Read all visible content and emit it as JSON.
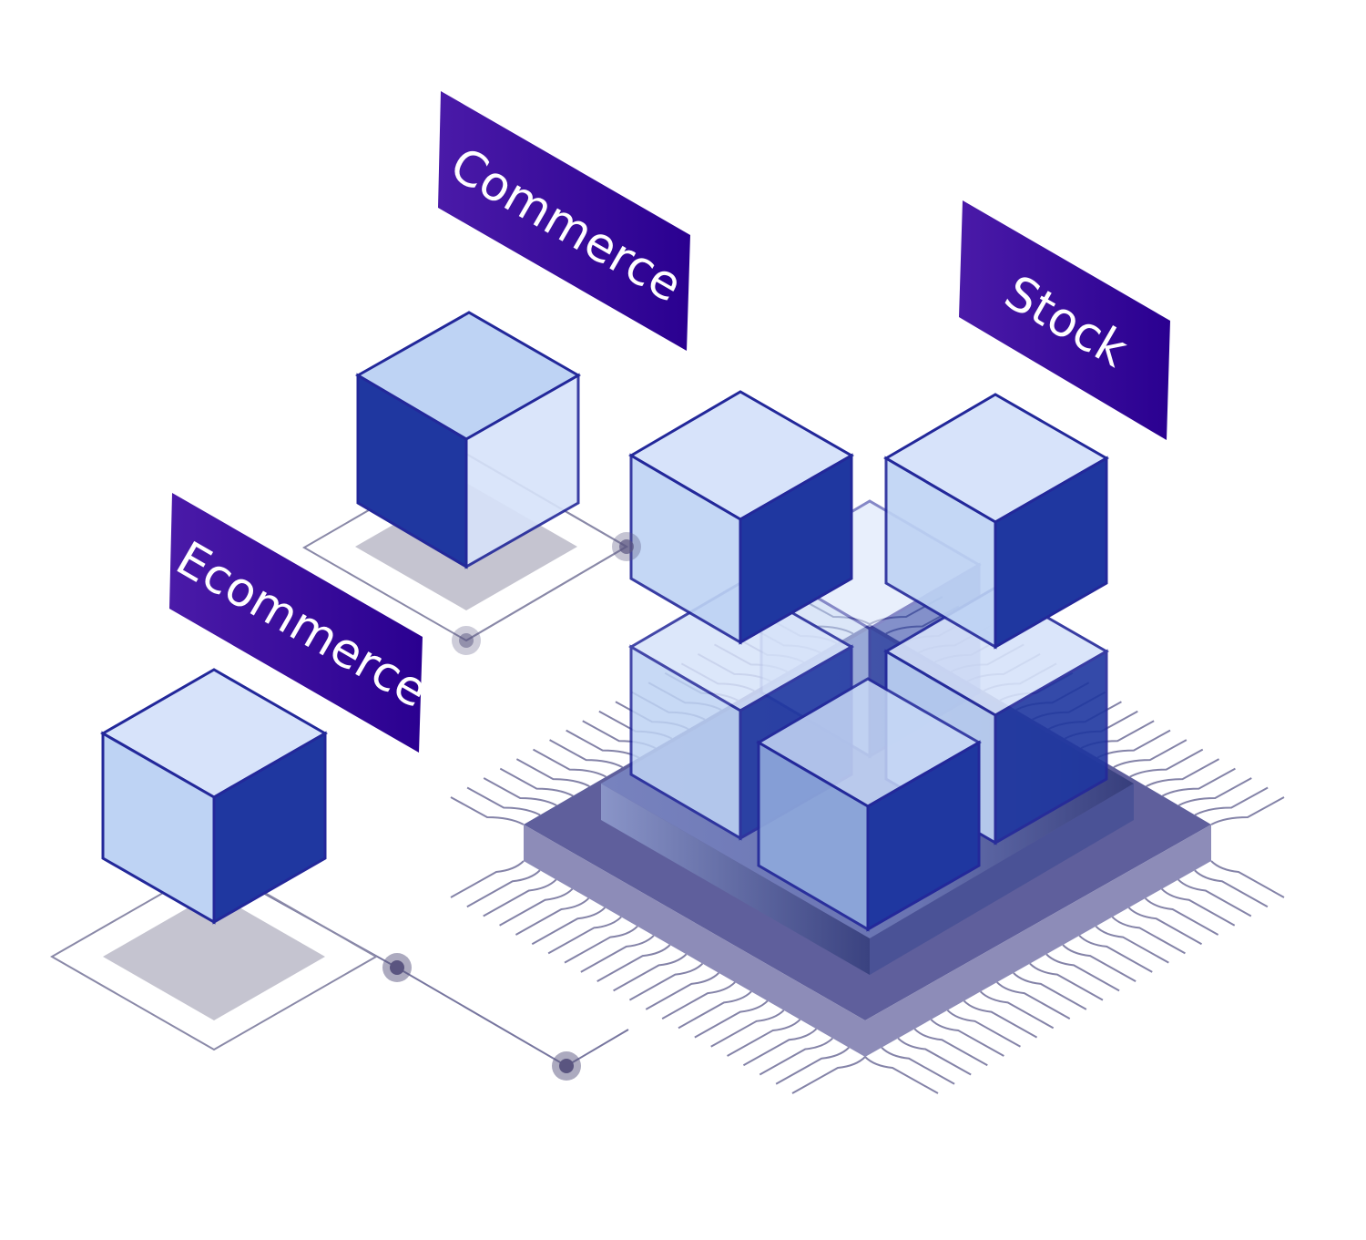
{
  "colors": {
    "banner_start": "#4a1aa8",
    "banner_end": "#2a0090",
    "cube_top": "#d7e3fa",
    "cube_light": "#bed3f4",
    "cube_dark": "#1f37a0",
    "cube_edge": "#23289a",
    "chip_body": "#5f5f9c",
    "chip_base": "#8d8cb8",
    "pad_shadow": "#c5c4d0",
    "wire": "#77769f",
    "node": "#5a5580"
  },
  "labels": {
    "commerce": "Commerce",
    "stock": "Stock",
    "ecommerce": "Ecommerce"
  },
  "icons": [
    "cube-icon",
    "chip-icon",
    "connector-node-icon"
  ]
}
